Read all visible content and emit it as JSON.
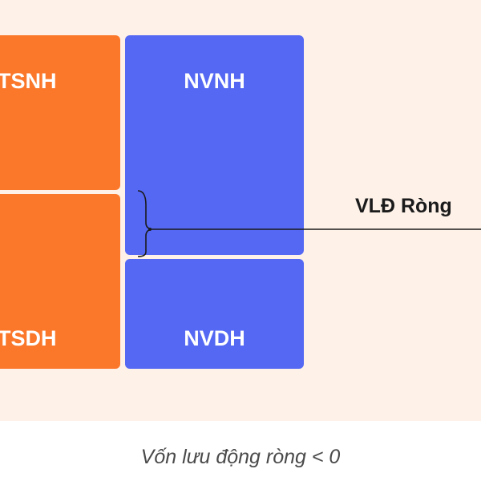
{
  "blocks": {
    "current_assets": "TSNH",
    "long_term_assets": "TSDH",
    "current_liabilities": "NVNH",
    "long_term_liabilities": "NVDH"
  },
  "callout": "VLĐ Ròng",
  "caption": "Vốn lưu động ròng < 0",
  "colors": {
    "assets": "#fb782b",
    "liabilities": "#5468f3",
    "background": "#fdf1e8"
  }
}
